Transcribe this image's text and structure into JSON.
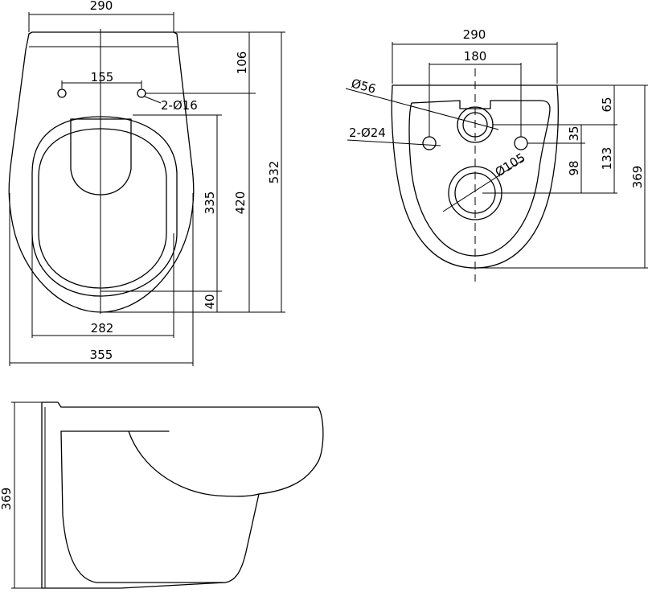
{
  "top_view": {
    "width_top": "290",
    "hole_spacing": "155",
    "mount_holes": "2-Ø16",
    "height_106": "106",
    "height_532": "532",
    "height_420": "420",
    "height_335": "335",
    "height_40": "40",
    "width_282": "282",
    "width_355": "355"
  },
  "back_view": {
    "width_290": "290",
    "width_180": "180",
    "dia_56": "Ø56",
    "holes_24": "2-Ø24",
    "dia_105": "Ø105",
    "dim_65": "65",
    "dim_35": "35",
    "dim_133": "133",
    "dim_98": "98",
    "dim_369": "369"
  },
  "side_view": {
    "height_369": "369"
  }
}
